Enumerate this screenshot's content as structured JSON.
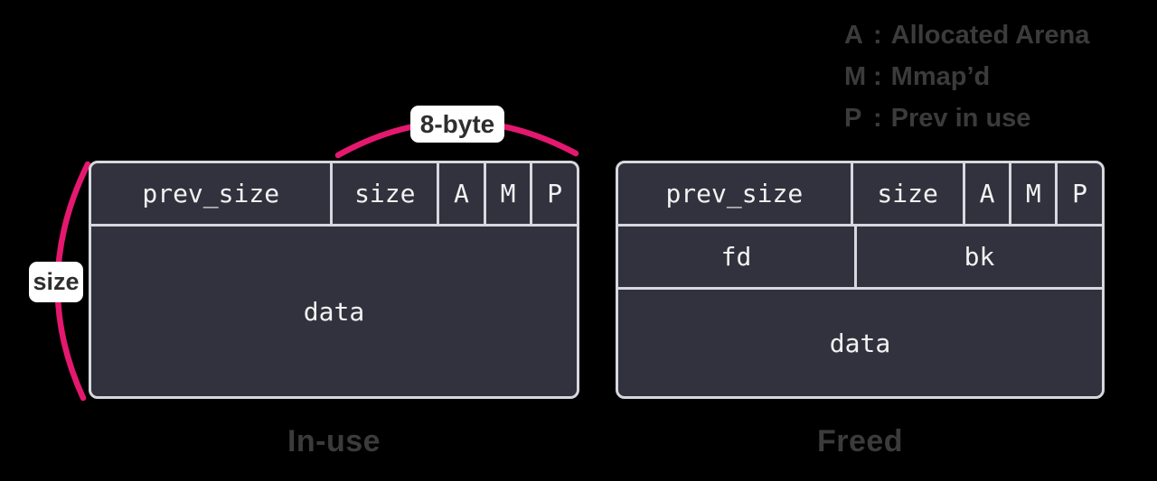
{
  "colors": {
    "background": "#000000",
    "accent": "#e5186f",
    "box_fill": "#32323e",
    "box_border": "#d7d7df",
    "cell_text": "#f2f2f3",
    "muted_text": "#3b3b3b",
    "badge_bg": "#ffffff",
    "badge_text": "#2e2e2e"
  },
  "legend": {
    "separator": ":",
    "items": [
      {
        "key": "A",
        "desc": "Allocated Arena"
      },
      {
        "key": "M",
        "desc": "Mmap’d"
      },
      {
        "key": "P",
        "desc": "Prev in use"
      }
    ]
  },
  "badges": {
    "size_brace": "size",
    "byte_brace": "8-byte"
  },
  "inuse": {
    "caption": "In-use",
    "header": [
      "prev_size",
      "size",
      "A",
      "M",
      "P"
    ],
    "data": "data"
  },
  "freed": {
    "caption": "Freed",
    "header": [
      "prev_size",
      "size",
      "A",
      "M",
      "P"
    ],
    "fd": "fd",
    "bk": "bk",
    "data": "data"
  }
}
